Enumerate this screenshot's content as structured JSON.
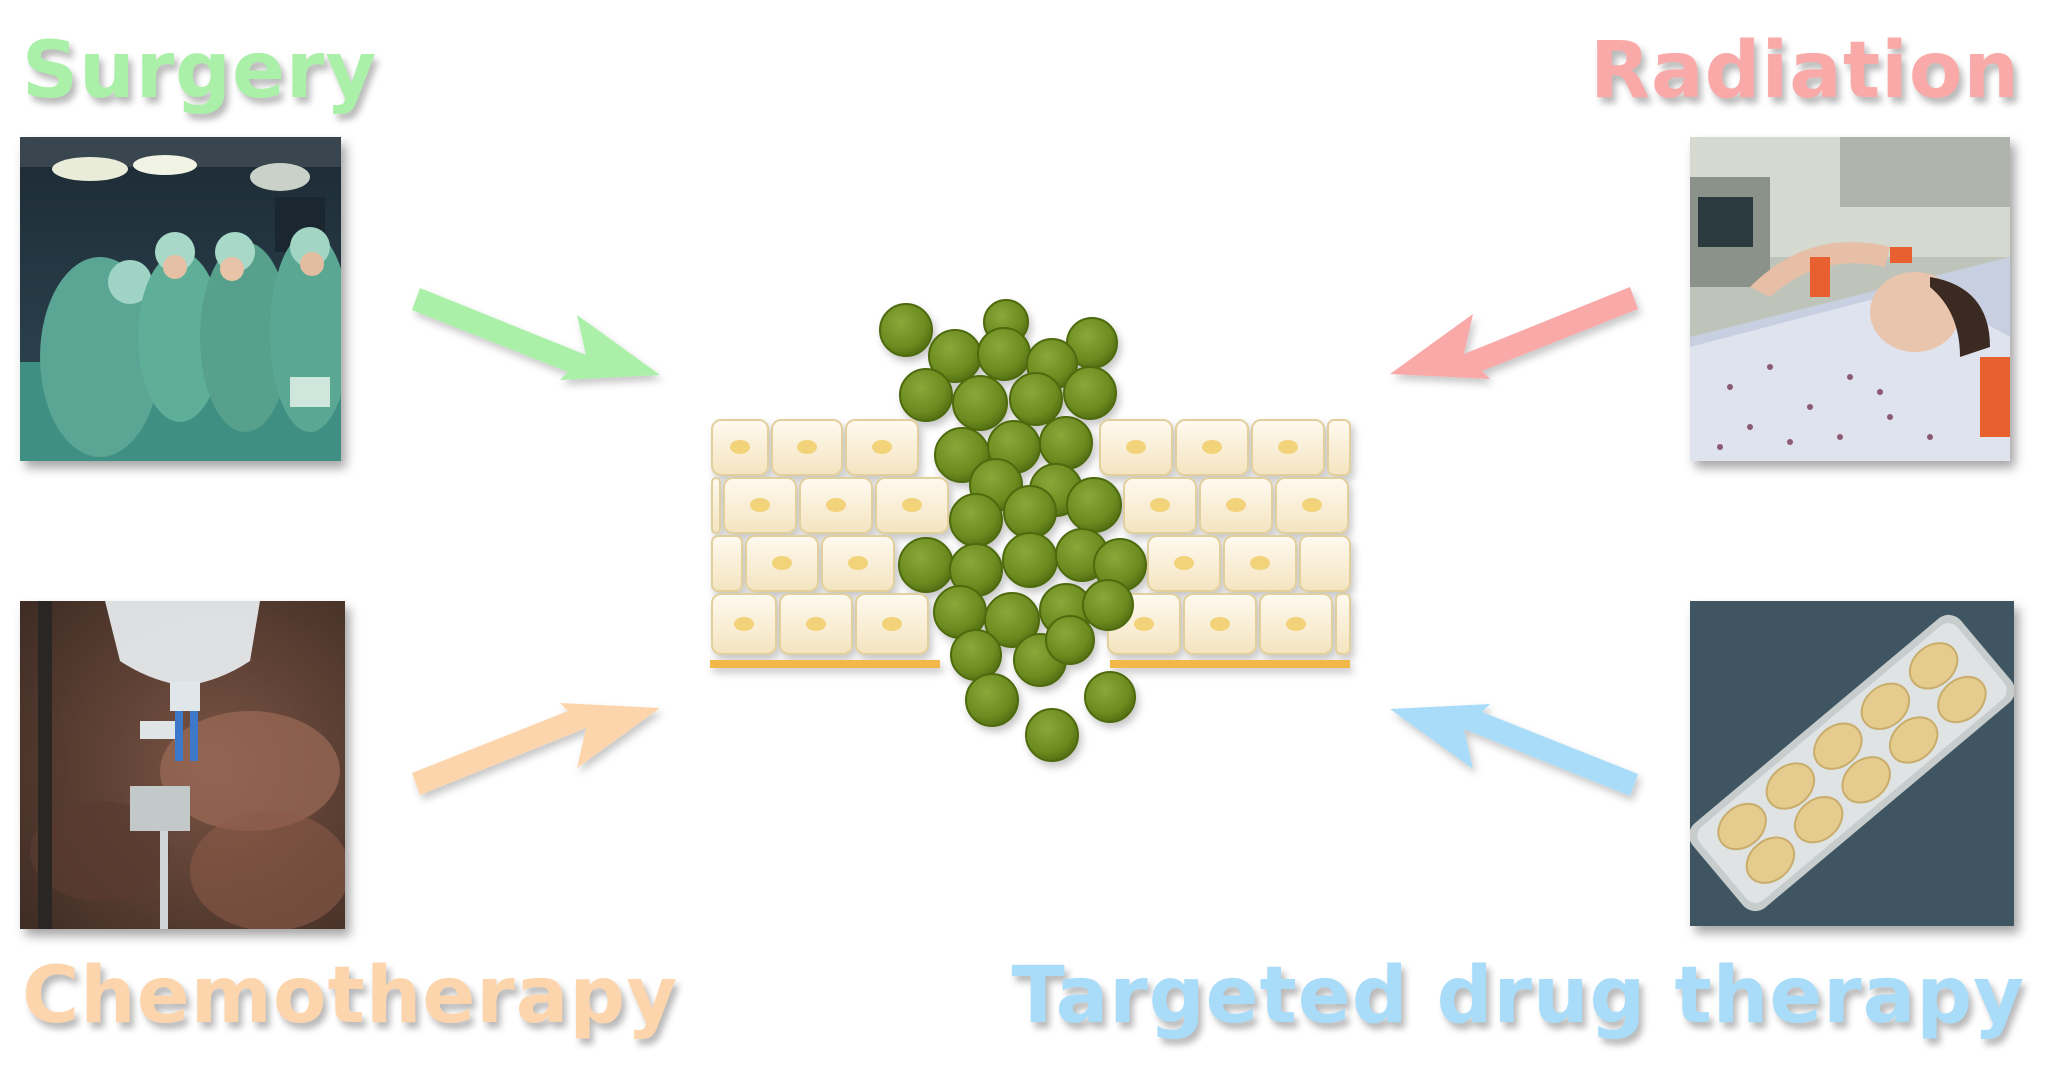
{
  "treatments": {
    "surgery": {
      "label": "Surgery",
      "color": "#aaf0a8"
    },
    "radiation": {
      "label": "Radiation",
      "color": "#f9aaa8"
    },
    "chemotherapy": {
      "label": "Chemotherapy",
      "color": "#fdd5ad"
    },
    "targeted": {
      "label": "Targeted drug therapy",
      "color": "#a8dcf9"
    }
  },
  "colors": {
    "healthy_cell": "#fbf0d4",
    "nucleus": "#f2d37a",
    "cancer_cell": "#6b8a1f",
    "membrane": "#f2b84a"
  },
  "icons": [
    "surgery-photo",
    "radiation-photo",
    "chemotherapy-photo",
    "pill-blister-photo",
    "tumor-illustration"
  ]
}
